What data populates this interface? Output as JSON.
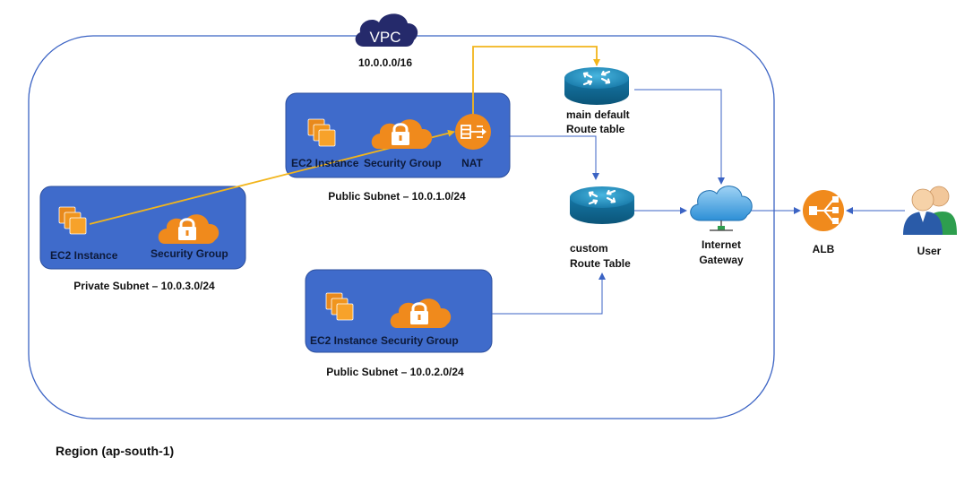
{
  "vpc": {
    "badge": "VPC",
    "cidr": "10.0.0.0/16"
  },
  "private_subnet": {
    "caption": "Private Subnet – 10.0.3.0/24",
    "ec2_label": "EC2 Instance",
    "sg_label": "Security Group"
  },
  "public_subnet_1": {
    "caption": "Public Subnet – 10.0.1.0/24",
    "ec2_label": "EC2 Instance",
    "sg_label": "Security Group",
    "nat_label": "NAT"
  },
  "public_subnet_2": {
    "caption": "Public Subnet – 10.0.2.0/24",
    "ec2_label": "EC2 Instance",
    "sg_label": "Security Group"
  },
  "main_route_table": {
    "line1": "main default",
    "line2": "Route table"
  },
  "custom_route_table": {
    "line1": "custom",
    "line2": "Route Table"
  },
  "internet_gateway": {
    "line1": "Internet",
    "line2": "Gateway"
  },
  "alb": {
    "label": "ALB"
  },
  "user": {
    "label": "User"
  },
  "region": {
    "label": "Region (ap-south-1)"
  },
  "colors": {
    "subnet_fill": "#3f6bcb",
    "aws_orange": "#f08a1c",
    "router_blue": "#1f86b5",
    "connector_blue": "#3b63c4",
    "nat_path": "#f2b51c"
  }
}
